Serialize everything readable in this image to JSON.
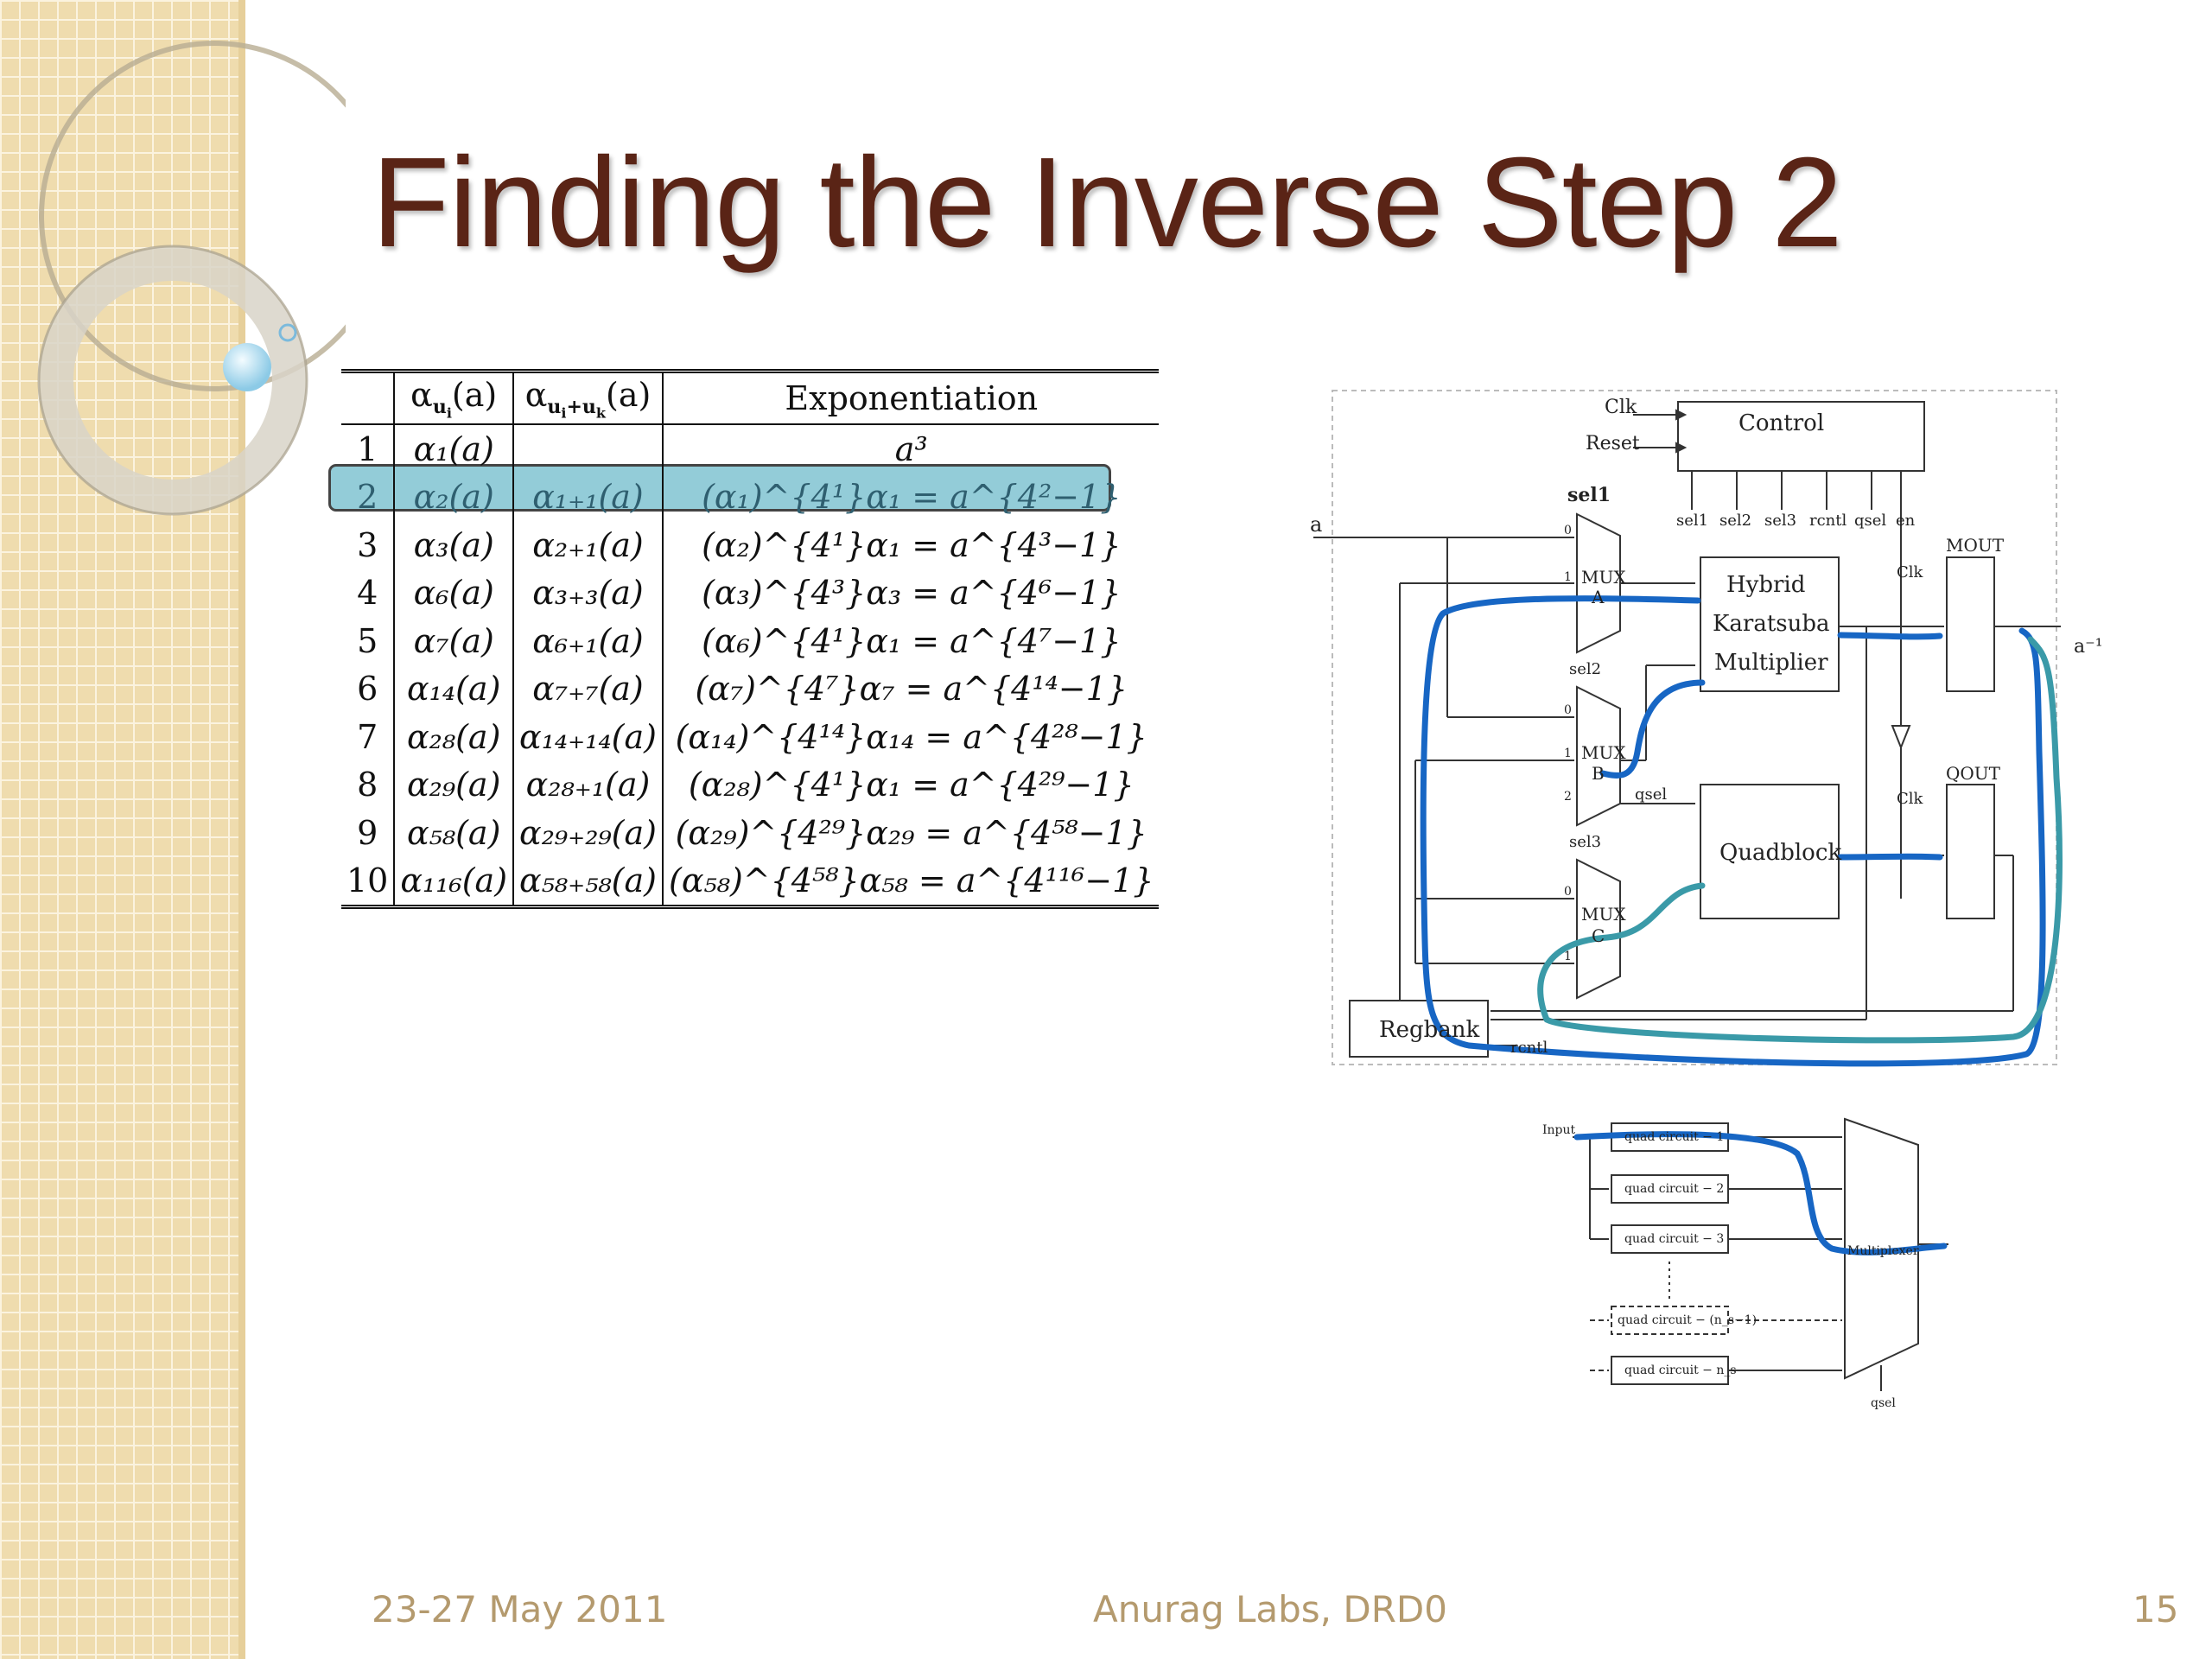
{
  "slide": {
    "title": "Finding the Inverse Step 2",
    "footer_date": "23-27 May 2011",
    "footer_center": "Anurag Labs, DRD0",
    "page_number": "15"
  },
  "table": {
    "headers": [
      "",
      "α_{u_i}(a)",
      "α_{u_i+u_k}(a)",
      "Exponentiation"
    ],
    "highlighted_row": 2,
    "rows": [
      [
        "1",
        "α₁(a)",
        "",
        "a³"
      ],
      [
        "2",
        "α₂(a)",
        "α₁₊₁(a)",
        "(α₁)^{4¹}α₁ = a^{4²−1}"
      ],
      [
        "3",
        "α₃(a)",
        "α₂₊₁(a)",
        "(α₂)^{4¹}α₁ = a^{4³−1}"
      ],
      [
        "4",
        "α₆(a)",
        "α₃₊₃(a)",
        "(α₃)^{4³}α₃ = a^{4⁶−1}"
      ],
      [
        "5",
        "α₇(a)",
        "α₆₊₁(a)",
        "(α₆)^{4¹}α₁ = a^{4⁷−1}"
      ],
      [
        "6",
        "α₁₄(a)",
        "α₇₊₇(a)",
        "(α₇)^{4⁷}α₇ = a^{4¹⁴−1}"
      ],
      [
        "7",
        "α₂₈(a)",
        "α₁₄₊₁₄(a)",
        "(α₁₄)^{4¹⁴}α₁₄ = a^{4²⁸−1}"
      ],
      [
        "8",
        "α₂₉(a)",
        "α₂₈₊₁(a)",
        "(α₂₈)^{4¹}α₁ = a^{4²⁹−1}"
      ],
      [
        "9",
        "α₅₈(a)",
        "α₂₉₊₂₉(a)",
        "(α₂₉)^{4²⁹}α₂₉ = a^{4⁵⁸−1}"
      ],
      [
        "10",
        "α₁₁₆(a)",
        "α₅₈₊₅₈(a)",
        "(α₅₈)^{4⁵⁸}α₅₈ = a^{4¹¹⁶−1}"
      ]
    ]
  },
  "diagram": {
    "control": "Control",
    "clk": "Clk",
    "reset": "Reset",
    "sel1": "sel1",
    "sel2": "sel2",
    "sel3": "sel3",
    "rcntl": "rcntl",
    "qsel": "qsel",
    "en": "en",
    "input_a": "a",
    "mux_a": "MUX",
    "mux_a_letter": "A",
    "mux_b": "MUX",
    "mux_b_letter": "B",
    "mux_c": "MUX",
    "mux_c_letter": "C",
    "hkm_line1": "Hybrid",
    "hkm_line2": "Karatsuba",
    "hkm_line3": "Multiplier",
    "quadblock": "Quadblock",
    "mout": "MOUT",
    "qout": "QOUT",
    "output": "a⁻¹",
    "regbank": "Regbank",
    "pin0": "0",
    "pin1": "1",
    "pin2": "2"
  },
  "quad_diagram": {
    "input": "Input",
    "q1": "quad circuit − 1",
    "q2": "quad circuit − 2",
    "q3": "quad circuit − 3",
    "qn1": "quad circuit − (n_s−1)",
    "qn": "quad circuit − n_s",
    "multiplexer": "Multiplexer",
    "qsel": "qsel"
  },
  "colors": {
    "title": "#5a2416",
    "footer": "#b49a6e",
    "sidebar": "#efdcae",
    "highlight": "#8ecad6",
    "annotation_blue": "#1766c4",
    "annotation_teal": "#3a9aa8"
  }
}
